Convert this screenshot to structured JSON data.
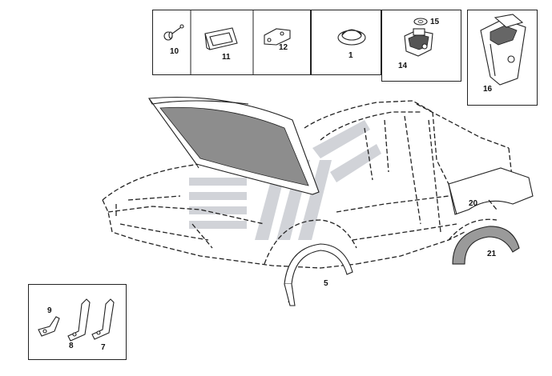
{
  "diagram": {
    "parts_top_row": [
      {
        "label": "10",
        "icon": "screw-clip-icon"
      },
      {
        "label": "11",
        "icon": "bracket-plate-icon"
      },
      {
        "label": "12",
        "icon": "mount-plate-icon"
      },
      {
        "label": "1",
        "icon": "plug-cap-icon"
      },
      {
        "label": "14",
        "icon": "clip-housing-icon"
      },
      {
        "label": "15",
        "icon": "washer-icon"
      },
      {
        "label": "16",
        "icon": "lamp-housing-icon"
      }
    ],
    "main_labels": {
      "rear_arch_right": "20",
      "rear_arch_liner": "21",
      "front_arch": "5"
    },
    "inset_labels": [
      "9",
      "8",
      "7"
    ],
    "colors": {
      "line": "#222222",
      "foam": "#9a9a9a",
      "watermark": "#c9ccd2"
    }
  }
}
